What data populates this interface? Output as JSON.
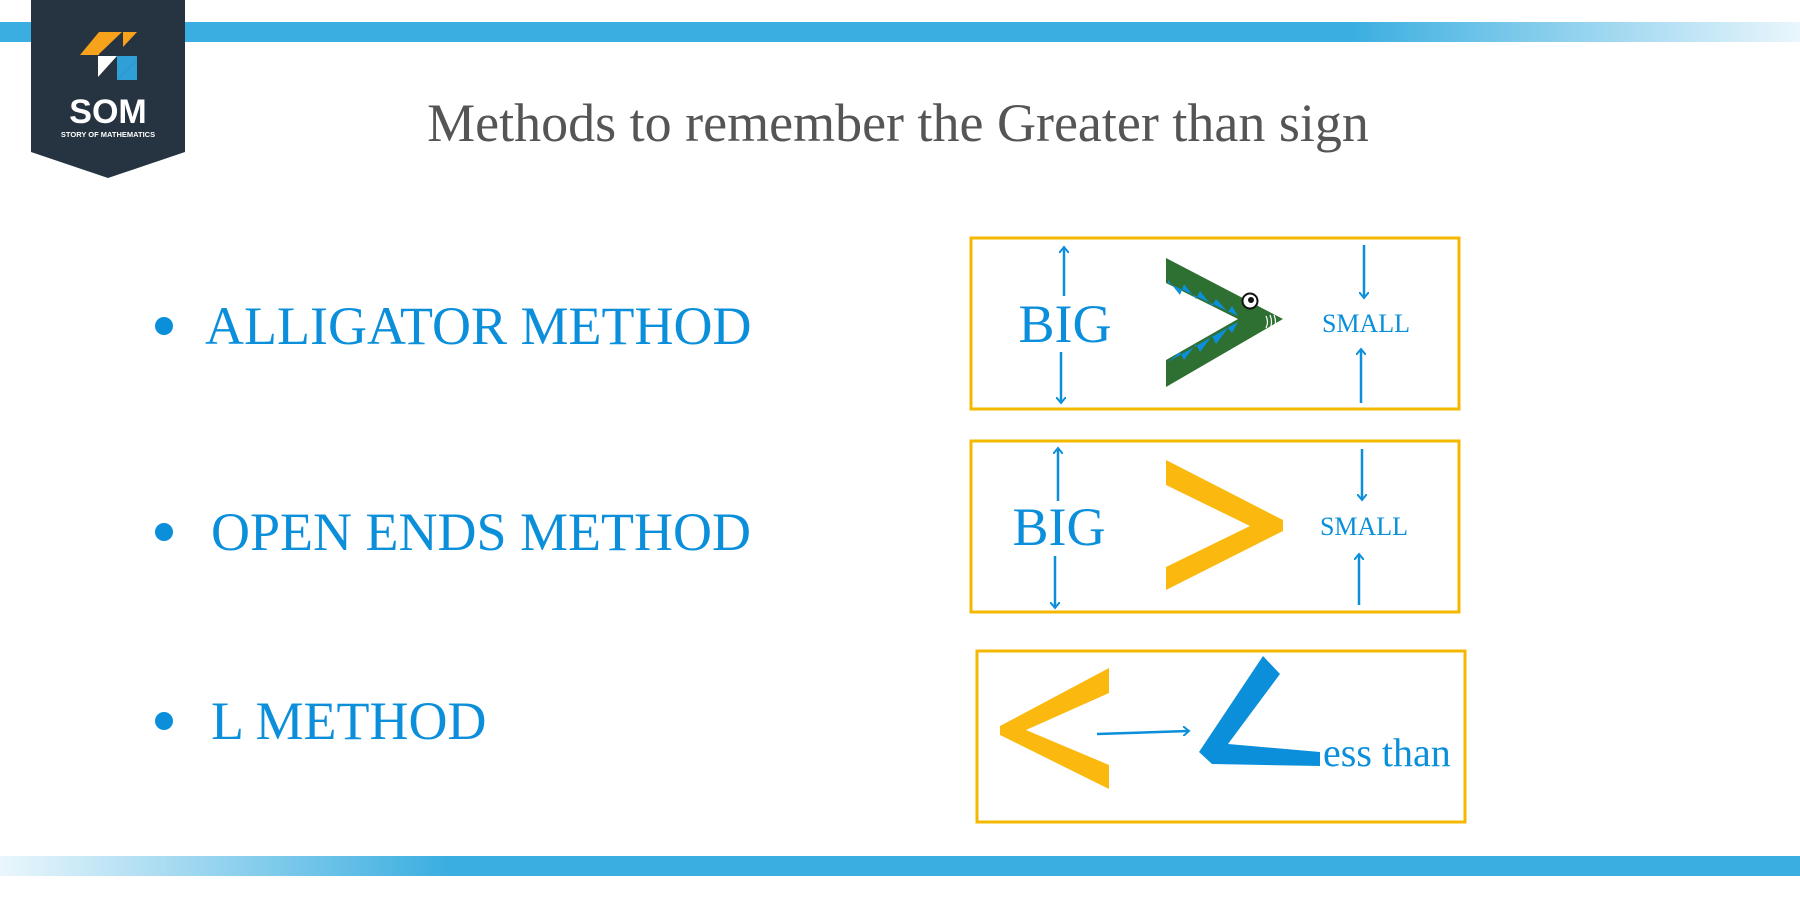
{
  "page": {
    "title": "Methods to remember the Greater than sign"
  },
  "logo": {
    "name": "SOM",
    "tagline": "STORY OF MATHEMATICS"
  },
  "methods": [
    {
      "label": "ALLIGATOR METHOD"
    },
    {
      "label": "OPEN ENDS METHOD"
    },
    {
      "label": "L METHOD"
    }
  ],
  "diagrams": {
    "alligator": {
      "big": "BIG",
      "small": "SMALL"
    },
    "open_ends": {
      "big": "BIG",
      "small": "SMALL"
    },
    "l_method": {
      "text": "ess than"
    }
  },
  "colors": {
    "accent_blue": "#0b8fdb",
    "bar_blue": "#3aaee0",
    "box_border": "#f5b800",
    "sign_yellow": "#fbb80e",
    "alligator_green": "#2e7032",
    "logo_bg": "#263340",
    "logo_orange": "#f7a21b"
  }
}
